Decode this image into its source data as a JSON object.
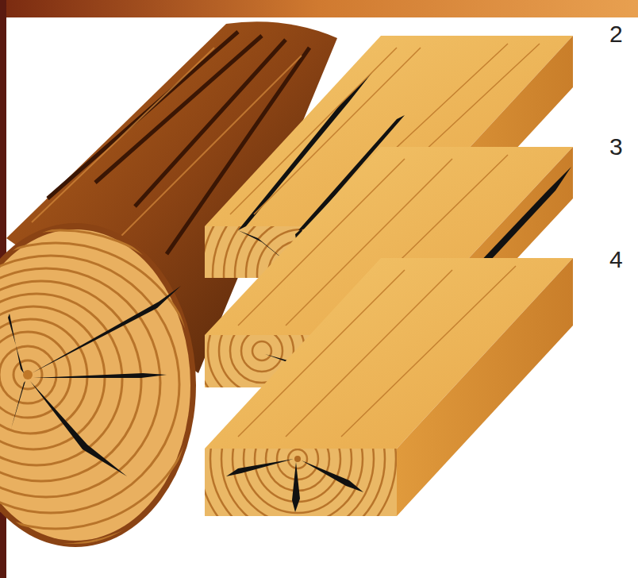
{
  "diagram": {
    "labels": [
      "2",
      "3",
      "4"
    ]
  }
}
